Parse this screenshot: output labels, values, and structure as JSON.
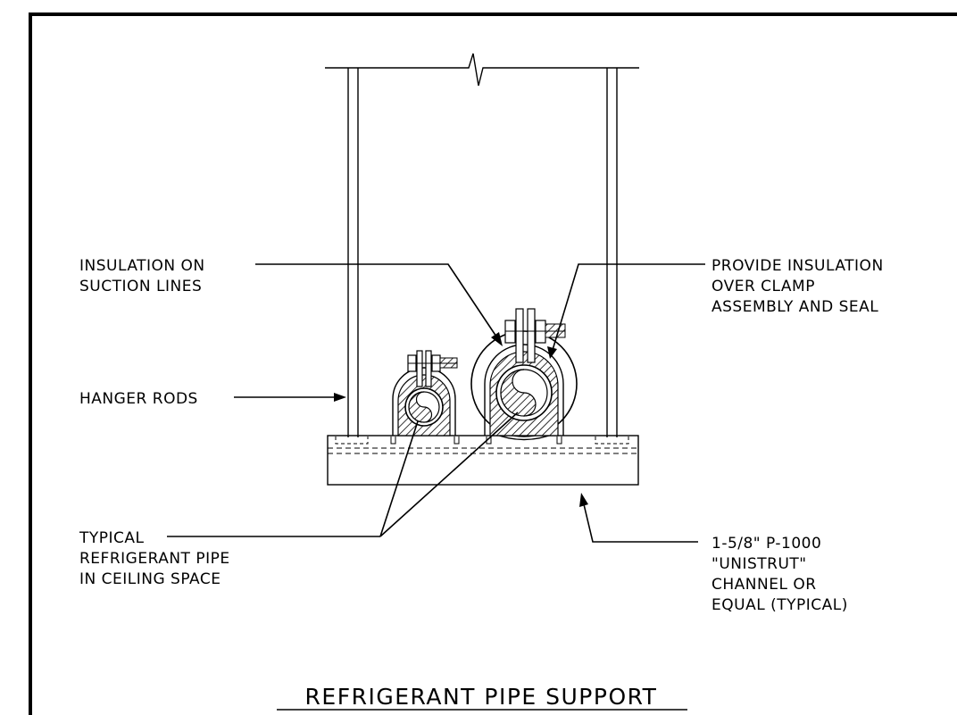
{
  "title": "REFRIGERANT PIPE SUPPORT",
  "labels": {
    "insulation_suction": [
      "INSULATION ON",
      "SUCTION LINES"
    ],
    "provide_insulation": [
      "PROVIDE INSULATION",
      "OVER CLAMP",
      "ASSEMBLY AND SEAL"
    ],
    "hanger_rods": [
      "HANGER RODS"
    ],
    "typical_pipe": [
      "TYPICAL",
      "REFRIGERANT PIPE",
      "IN CEILING SPACE"
    ],
    "channel": [
      "1-5/8\" P-1000",
      "\"UNISTRUT\"",
      "CHANNEL OR",
      "EQUAL (TYPICAL)"
    ]
  },
  "colors": {
    "line": "#000000",
    "background": "#ffffff"
  }
}
